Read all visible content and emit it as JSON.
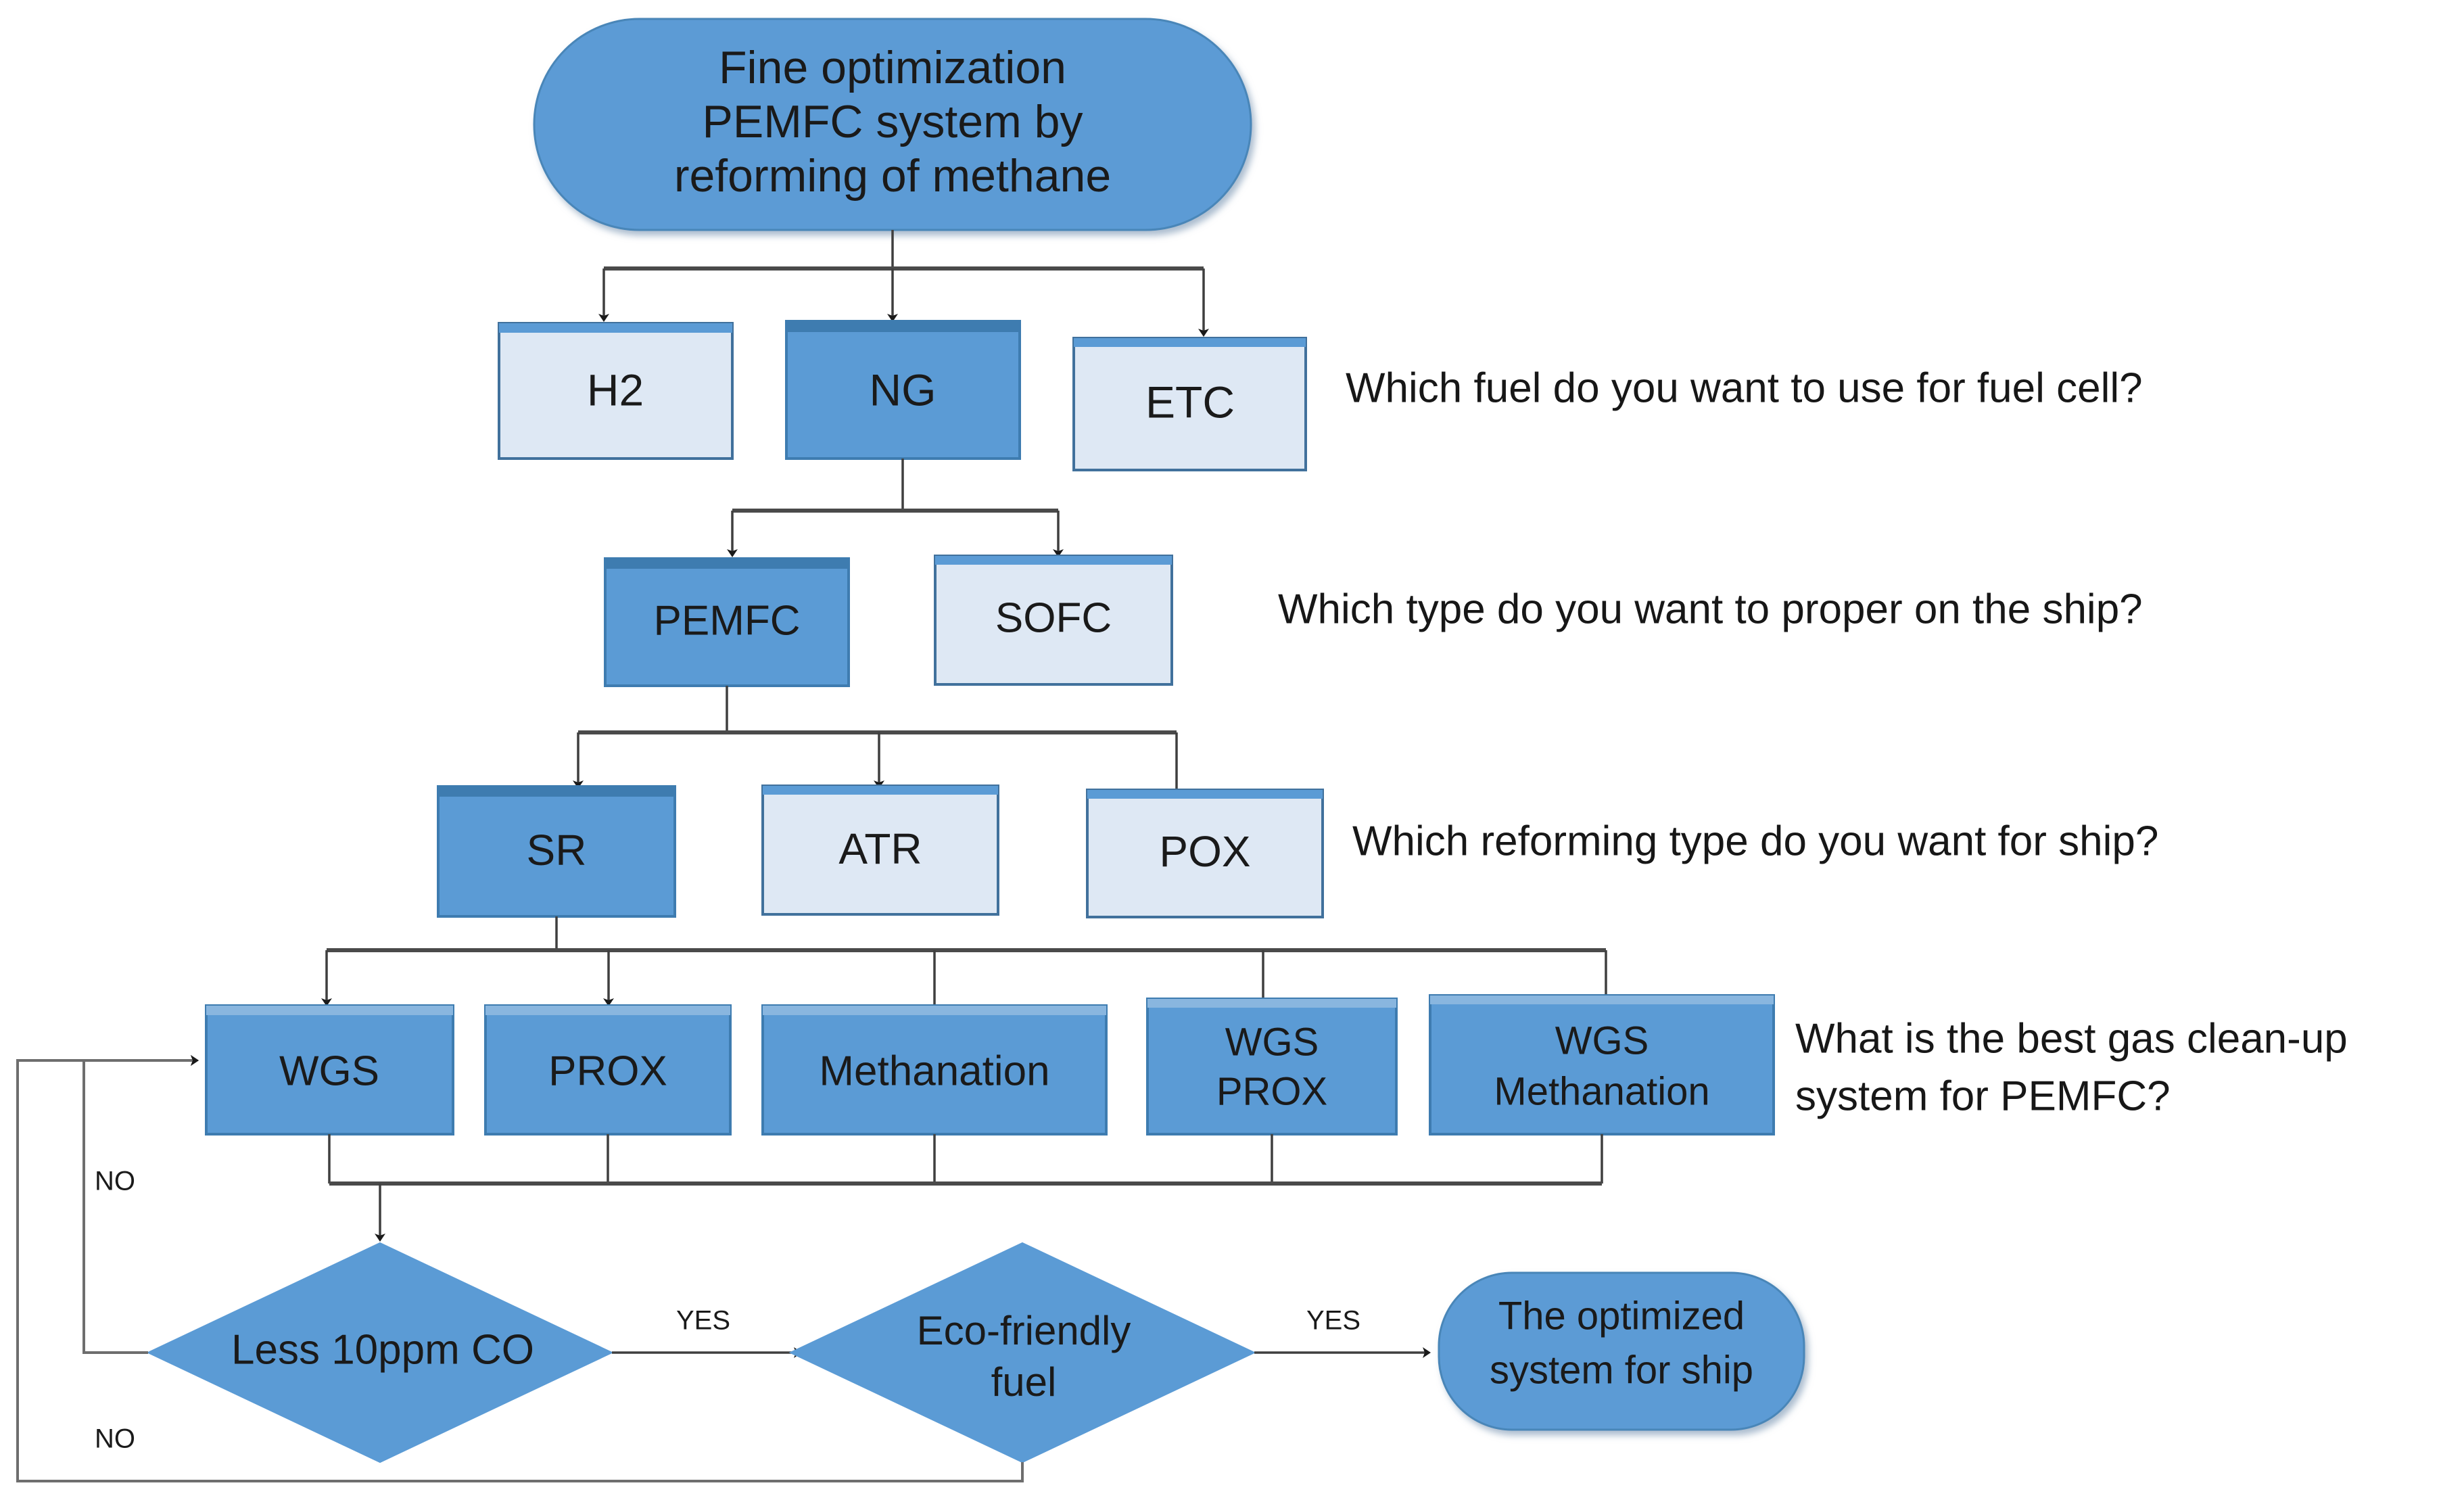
{
  "diagram": {
    "title_node": {
      "label": "Fine optimization\nPEMFC system by\nreforming of methane",
      "line1": "Fine optimization",
      "line2": "PEMFC system by",
      "line3": "reforming of methane",
      "shape": "rounded-terminator",
      "state": "selected"
    },
    "colors": {
      "accent_selected": "#5B9BD5",
      "accent_dark_border": "#41719C",
      "fill_unselected": "#DEE8F4",
      "border_unselected": "#41719C",
      "top_bar_dark": "#3E7CB0",
      "connector": "#3F3F3F",
      "text": "#1A1A1A",
      "background": "#FFFFFF"
    },
    "rows": [
      {
        "row_id": "fuel-choice",
        "question": "Which fuel do you want to use for fuel cell?",
        "nodes": [
          {
            "label": "H2",
            "state": "unselected"
          },
          {
            "label": "NG",
            "state": "selected"
          },
          {
            "label": "ETC",
            "state": "unselected"
          }
        ]
      },
      {
        "row_id": "fuel-cell-type",
        "question": "Which type do you want to proper on the ship?",
        "nodes": [
          {
            "label": "PEMFC",
            "state": "selected"
          },
          {
            "label": "SOFC",
            "state": "unselected"
          }
        ]
      },
      {
        "row_id": "reforming-type",
        "question": "Which reforming type do you want for ship?",
        "nodes": [
          {
            "label": "SR",
            "state": "selected"
          },
          {
            "label": "ATR",
            "state": "unselected"
          },
          {
            "label": "POX",
            "state": "unselected"
          }
        ]
      },
      {
        "row_id": "gas-cleanup",
        "question_line1": "What is the best gas clean-up",
        "question_line2": "system for PEMFC?",
        "question": "What is the best gas clean-up system for PEMFC?",
        "nodes": [
          {
            "label": "WGS",
            "line1": "WGS",
            "line2": "",
            "state": "selected"
          },
          {
            "label": "PROX",
            "line1": "PROX",
            "line2": "",
            "state": "selected"
          },
          {
            "label": "Methanation",
            "line1": "Methanation",
            "line2": "",
            "state": "selected"
          },
          {
            "label": "WGS PROX",
            "line1": "WGS",
            "line2": "PROX",
            "state": "selected"
          },
          {
            "label": "WGS Methanation",
            "line1": "WGS",
            "line2": "Methanation",
            "state": "selected"
          }
        ]
      }
    ],
    "decisions": [
      {
        "node_id": "co-check",
        "label": "Less 10ppm CO",
        "line1": "Less 10ppm CO",
        "line2": "",
        "shape": "diamond",
        "yes_label": "YES",
        "no_label": "NO"
      },
      {
        "node_id": "eco-check",
        "label": "Eco-friendly fuel",
        "line1": "Eco-friendly",
        "line2": "fuel",
        "shape": "diamond",
        "yes_label": "YES",
        "no_label": "NO"
      }
    ],
    "terminal_node": {
      "label": "The optimized system for ship",
      "line1": "The optimized",
      "line2": "system for ship",
      "shape": "rounded-terminator"
    },
    "edge_labels": {
      "yes_1": "YES",
      "yes_2": "YES",
      "no_1": "NO",
      "no_2": "NO"
    }
  }
}
